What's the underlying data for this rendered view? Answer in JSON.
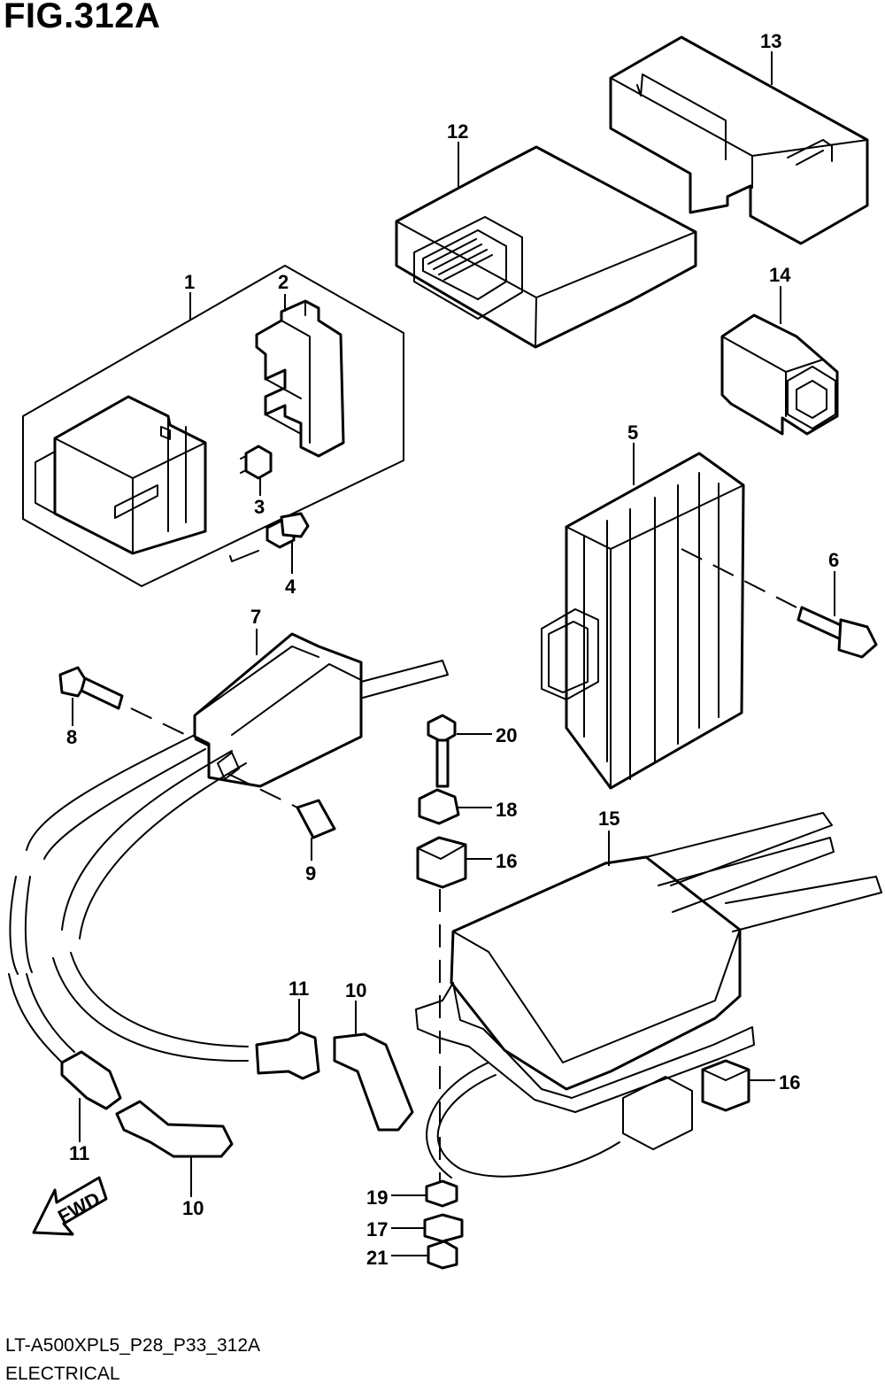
{
  "figure": {
    "title": "FIG.312A",
    "code": "LT-A500XPL5_P28_P33_312A",
    "caption": "ELECTRICAL"
  },
  "callouts": {
    "c1": "1",
    "c2": "2",
    "c3": "3",
    "c4": "4",
    "c5": "5",
    "c6": "6",
    "c7": "7",
    "c8": "8",
    "c9": "9",
    "c10a": "10",
    "c10b": "10",
    "c11a": "11",
    "c11b": "11",
    "c12": "12",
    "c13": "13",
    "c14": "14",
    "c15": "15",
    "c16a": "16",
    "c16b": "16",
    "c17": "17",
    "c18": "18",
    "c19": "19",
    "c20": "20",
    "c21": "21"
  },
  "arrow": {
    "label": "FWD"
  }
}
